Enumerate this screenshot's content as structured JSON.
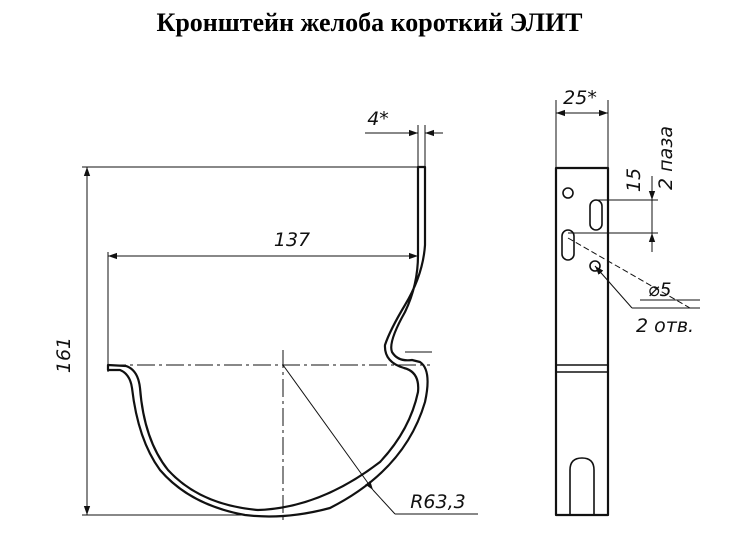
{
  "title": "Кронштейн желоба короткий ЭЛИТ",
  "dimensions": {
    "height": "161",
    "width": "137",
    "thickness": "4*",
    "radius": "R63,3",
    "side_width": "25*",
    "slot_pitch": "15",
    "slots_count": "2 паза",
    "hole_diameter": "⌀5",
    "holes_count": "2 отв."
  }
}
